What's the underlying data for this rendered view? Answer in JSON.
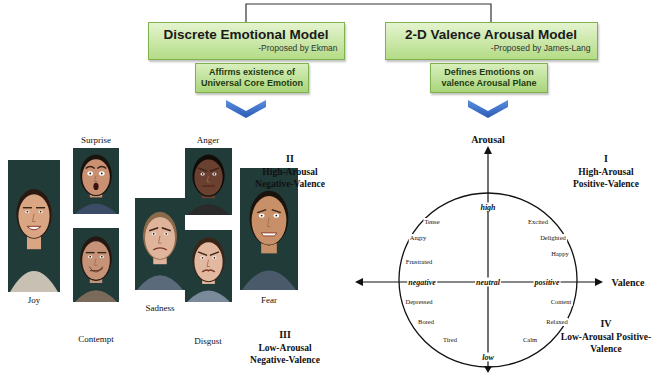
{
  "diagram": {
    "nodes": [
      {
        "text": [
          "Discrete Emotional Model",
          "-Proposed by Ekman"
        ]
      },
      {
        "text": [
          "Affirms existence of Universal Core Emotion"
        ]
      },
      {
        "text": [
          "2-D Valence Arousal Model",
          "-Proposed by James-Lang"
        ]
      },
      {
        "text": [
          "Defines Emotions on valence Arousal Plane"
        ]
      },
      {
        "text": [
          "high",
          "Tense",
          "Excited",
          "Angry",
          "Delighted",
          "Happy",
          "Frustrated",
          "negative",
          "neutral",
          "positive",
          "Depressed",
          "Content",
          "Relaxed",
          "Bored",
          "Tired",
          "Calm",
          "low"
        ]
      }
    ],
    "edges": [
      {
        "from": 0,
        "to": 2,
        "arrow": "none"
      }
    ],
    "labels": [
      "Surprise",
      "Anger",
      "Joy",
      "Sadness",
      "Fear",
      "Contempt",
      "Disgust",
      "Arousal",
      "II",
      "High-Arousal Negative-Valence",
      "I",
      "High-Arousal Positive-Valence",
      "Valence",
      "III",
      "Low-Arousal Negative-Valence",
      "IV",
      "Low-Arousal Positive-Valence"
    ]
  }
}
